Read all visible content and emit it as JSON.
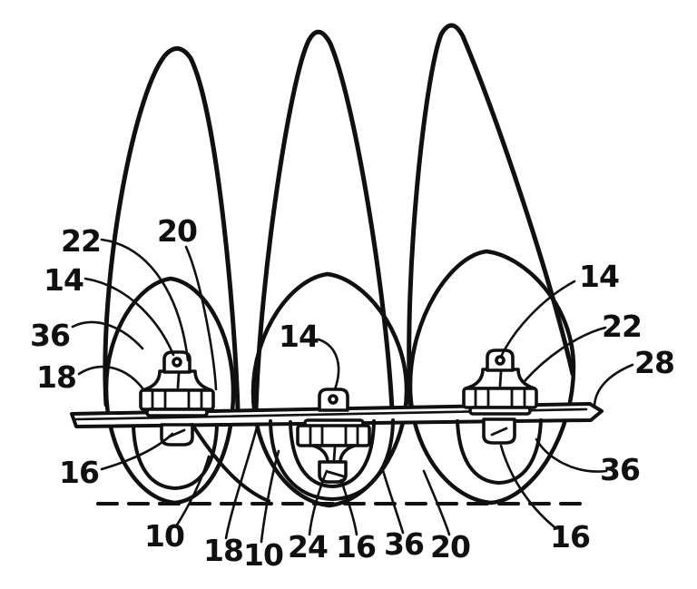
{
  "figure": {
    "type": "patent-line-drawing",
    "description": "Three teardrop tine loops fastened to a tool bar above a dashed ground line",
    "ink_color": "#101010",
    "background_color": "#ffffff",
    "reference_labels": [
      {
        "text": "22",
        "position": "upper-left"
      },
      {
        "text": "14",
        "position": "upper-left"
      },
      {
        "text": "36",
        "position": "mid-left"
      },
      {
        "text": "18",
        "position": "mid-left"
      },
      {
        "text": "16",
        "position": "lower-left"
      },
      {
        "text": "20",
        "position": "top-center"
      },
      {
        "text": "14",
        "position": "center"
      },
      {
        "text": "14",
        "position": "upper-right"
      },
      {
        "text": "22",
        "position": "upper-right"
      },
      {
        "text": "28",
        "position": "right"
      },
      {
        "text": "36",
        "position": "lower-right"
      },
      {
        "text": "16",
        "position": "lower-right"
      },
      {
        "text": "10",
        "position": "bottom-left"
      },
      {
        "text": "18",
        "position": "bottom-row"
      },
      {
        "text": "10",
        "position": "bottom-row"
      },
      {
        "text": "24",
        "position": "bottom-row"
      },
      {
        "text": "16",
        "position": "bottom-row"
      },
      {
        "text": "36",
        "position": "bottom-row"
      },
      {
        "text": "20",
        "position": "bottom-row"
      }
    ]
  }
}
